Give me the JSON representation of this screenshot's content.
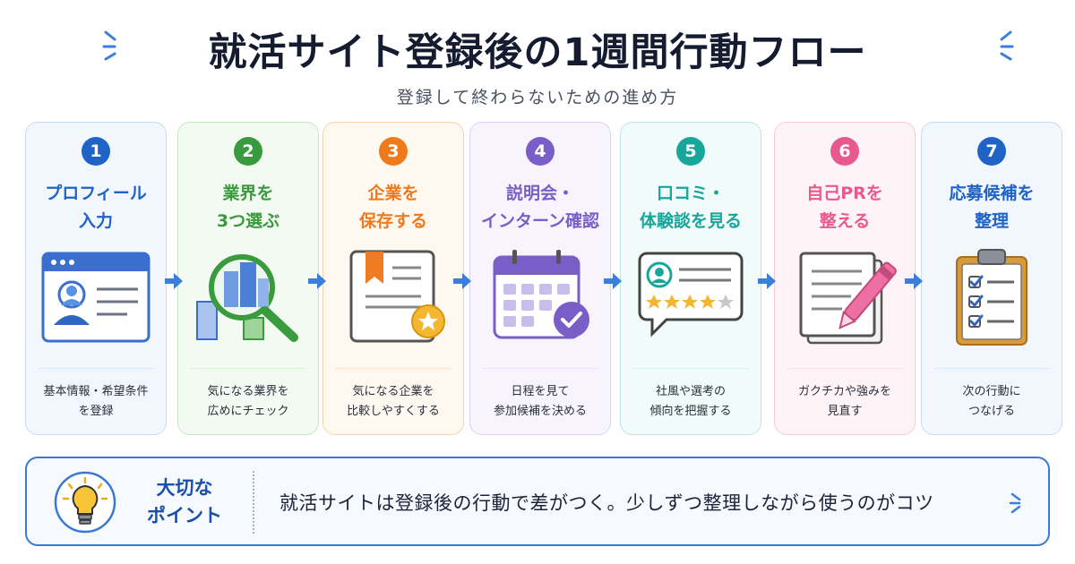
{
  "title": "就活サイト登録後の1週間行動フロー",
  "subtitle": "登録して終わらないための進め方",
  "steps": [
    {
      "num": "1",
      "title_line1": "プロフィール",
      "title_line2": "入力",
      "desc_line1": "基本情報・希望条件",
      "desc_line2": "を登録",
      "color": "#1f63c6",
      "bg": "#f2f7fd",
      "border": "#c7dcf4",
      "icon": "profile-window-icon"
    },
    {
      "num": "2",
      "title_line1": "業界を",
      "title_line2": "3つ選ぶ",
      "desc_line1": "気になる業界を",
      "desc_line2": "広めにチェック",
      "color": "#3a9a3e",
      "bg": "#f3faf1",
      "border": "#c9e6c4",
      "icon": "magnifier-buildings-icon"
    },
    {
      "num": "3",
      "title_line1": "企業を",
      "title_line2": "保存する",
      "desc_line1": "気になる企業を",
      "desc_line2": "比較しやすくする",
      "color": "#ee7a1c",
      "bg": "#fff8f0",
      "border": "#f6d3ad",
      "icon": "bookmark-star-icon"
    },
    {
      "num": "4",
      "title_line1": "説明会・",
      "title_line2": "インターン確認",
      "desc_line1": "日程を見て",
      "desc_line2": "参加候補を決める",
      "color": "#7a5ec8",
      "bg": "#f7f4fd",
      "border": "#dcd1f2",
      "icon": "calendar-check-icon"
    },
    {
      "num": "5",
      "title_line1": "口コミ・",
      "title_line2": "体験談を見る",
      "desc_line1": "社風や選考の",
      "desc_line2": "傾向を把握する",
      "color": "#19a69a",
      "bg": "#f1fbf9",
      "border": "#bfe6e1",
      "icon": "review-bubble-icon"
    },
    {
      "num": "6",
      "title_line1": "自己PRを",
      "title_line2": "整える",
      "desc_line1": "ガクチカや強みを",
      "desc_line2": "見直す",
      "color": "#e85a8e",
      "bg": "#fef4f7",
      "border": "#f6cbd9",
      "icon": "paper-pen-icon"
    },
    {
      "num": "7",
      "title_line1": "応募候補を",
      "title_line2": "整理",
      "desc_line1": "次の行動に",
      "desc_line2": "つなげる",
      "color": "#1f63c6",
      "bg": "#f2f7fd",
      "border": "#c7dcf4",
      "icon": "clipboard-checklist-icon"
    }
  ],
  "point": {
    "label_line1": "大切な",
    "label_line2": "ポイント",
    "text": "就活サイトは登録後の行動で差がつく。少しずつ整理しながら使うのがコツ"
  },
  "colors": {
    "accent_blue": "#3b78d4",
    "arrow": "#3b7fdc"
  }
}
